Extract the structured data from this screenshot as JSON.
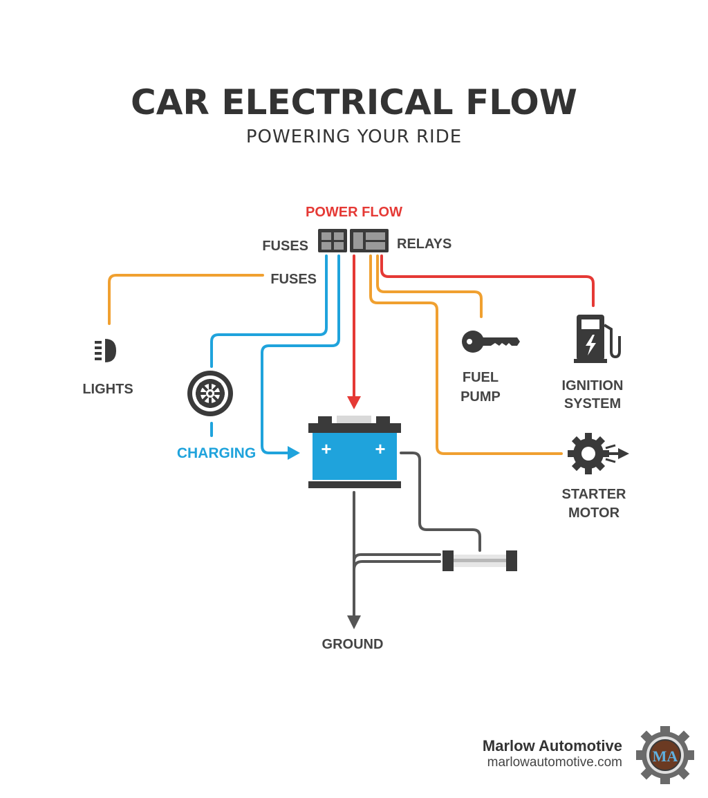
{
  "title": "CAR ELECTRICAL FLOW",
  "subtitle": "POWERING YOUR RIDE",
  "labels": {
    "power_flow": "POWER FLOW",
    "fuses_top": "FUSES",
    "relays": "RELAYS",
    "fuses_lower": "FUSES",
    "lights": "LIGHTS",
    "charging": "CHARGING",
    "fuel_pump_line1": "FUEL",
    "fuel_pump_line2": "PUMP",
    "ignition_line1": "IGNITION",
    "ignition_line2": "SYSTEM",
    "starter_line1": "STARTER",
    "starter_line2": "MOTOR",
    "ground": "GROUND",
    "battery_pos_left": "+",
    "battery_pos_right": "+"
  },
  "brand": {
    "name": "Marlow Automotive",
    "url": "marlowautomotive.com",
    "logo_text": "MA"
  },
  "colors": {
    "orange_wire": "#f0a030",
    "blue_wire": "#1fa3dc",
    "red_wire": "#e53935",
    "dark_wire": "#555555",
    "battery_body": "#1fa3dc",
    "icon_dark": "#3a3a3a"
  },
  "icons": {
    "fuse_box": "fuse-box-icon",
    "relay_box": "relay-box-icon",
    "lights": "headlight-icon",
    "charging": "alternator-icon",
    "fuel_pump": "key-icon",
    "ignition": "fuel-pump-icon",
    "starter": "gear-arrow-icon",
    "battery": "battery-icon",
    "inline_fuse": "inline-fuse-icon",
    "brand_logo": "gear-logo-icon"
  }
}
